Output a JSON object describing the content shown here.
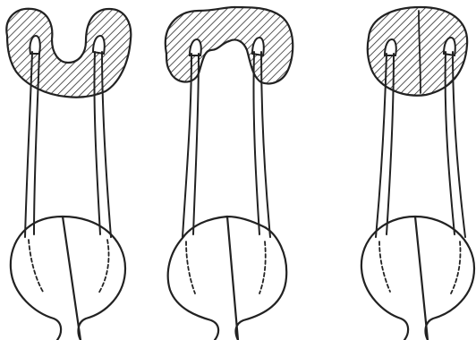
{
  "figure": {
    "panels": [
      {
        "id": "left",
        "kidney_shape": "u-shaped"
      },
      {
        "id": "middle",
        "kidney_shape": "bridged"
      },
      {
        "id": "right",
        "kidney_shape": "fused-disc"
      }
    ],
    "colors": {
      "line": "#222222",
      "background": "#ffffff",
      "fill": "#ffffff"
    }
  }
}
